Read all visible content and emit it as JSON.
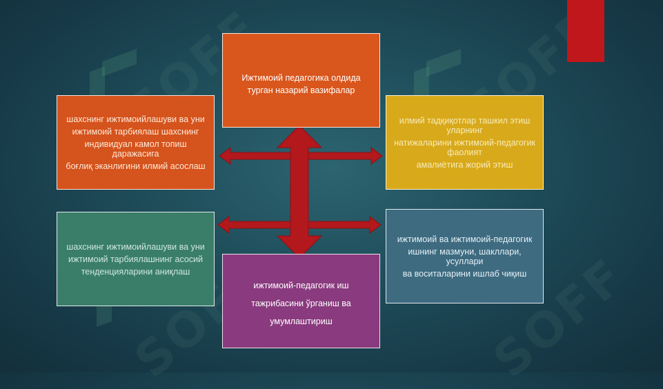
{
  "corner_accent_color": "#c0171c",
  "arrow_color": "#b3181c",
  "boxes": {
    "top": {
      "color": "#d9561c",
      "lines": [
        "Ижтимоий педагогика олдида",
        "турган назарий вазифалар"
      ]
    },
    "left_top": {
      "color": "#d5531c",
      "lines": [
        "шахснинг ижтимоийлашуви ва уни",
        "ижтимоий тарбиялаш шахснинг",
        "индивидуал камол топиш даражасига",
        "боғлиқ эканлигини илмий асослаш"
      ]
    },
    "right_top": {
      "color": "#d8a91a",
      "lines": [
        "илмий тадқиқотлар ташкил этиш уларнинг",
        "натижаларини ижтимоий-педагогик фаолият",
        "амалиётига жорий этиш"
      ]
    },
    "left_bottom": {
      "color": "#3a7e6a",
      "lines": [
        "шахснинг ижтимоийлашуви ва уни",
        "ижтимоий тарбиялашнинг асосий",
        "тенденцияларини аниқлаш"
      ]
    },
    "right_bottom": {
      "color": "#3e6b80",
      "lines": [
        "ижтимоий ва ижтимоий-педагогик",
        "ишнинг мазмуни, шакллари, усуллари",
        "ва воситаларини ишлаб чиқиш"
      ]
    },
    "bottom": {
      "color": "#8a3a7e",
      "lines": [
        "ижтимоий-педагогик иш",
        "тажрибасини ўрганиш ва",
        "умумлаштириш"
      ]
    }
  }
}
